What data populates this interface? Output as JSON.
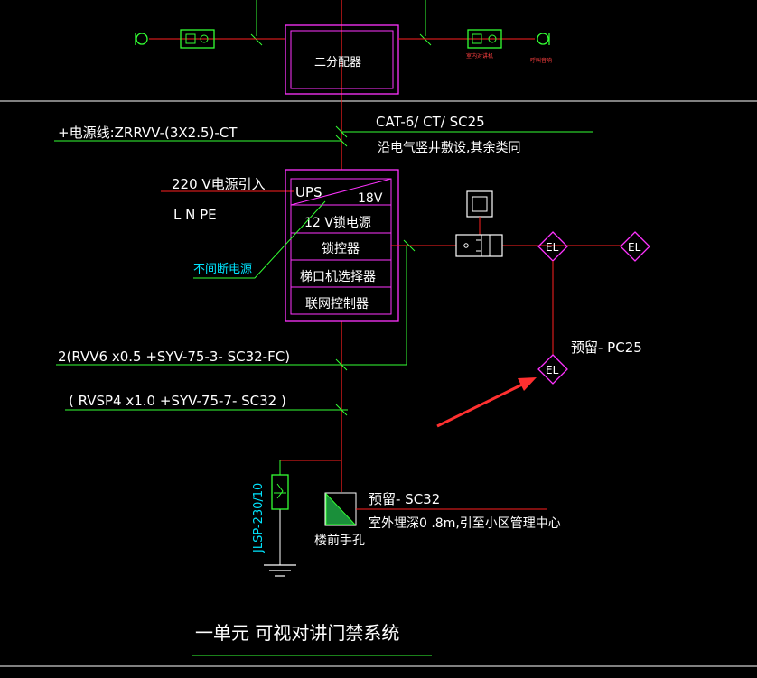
{
  "labels": {
    "splitter": "二分配器",
    "indoor_left": "",
    "indoor_right": "室内对讲机",
    "bell_right": "呼叫音响",
    "power_line": "+电源线:ZRRVV-(3X2.5)-CT",
    "cat6": "CAT-6/ CT/ SC25",
    "riser_note": "沿电气竖井敷设,其余类同",
    "ac_in": "220 V电源引入",
    "lnpe": "L  N  PE",
    "ups": "UPS",
    "v18": "18V",
    "lock_psu": "12 V锁电源",
    "lock_ctrl": "锁控器",
    "ups_note": "不间断电源",
    "elevator": "梯口机选择器",
    "network": "联网控制器",
    "el1": "EL",
    "el2": "EL",
    "el3": "EL",
    "reserve_pc25": "预留- PC25",
    "cable1": "2(RVV6 x0.5 +SYV-75-3- SC32-FC)",
    "cable2": "(  RVSP4 x1.0 +SYV-75-7- SC32      )",
    "jlsp": "JLSP-230/10",
    "reserve_sc32": "预留- SC32",
    "outdoor_note": "室外埋深0 .8m,引至小区管理中心",
    "handhole": "楼前手孔",
    "title": "一单元    可视对讲门禁系统"
  },
  "colors": {
    "background": "#000000",
    "bus": "#ff2020",
    "box": "#ff33ff",
    "leader": "#33ff33",
    "text": "#ffffff",
    "cyan": "#00e5ff",
    "arrow": "#ff3030"
  }
}
